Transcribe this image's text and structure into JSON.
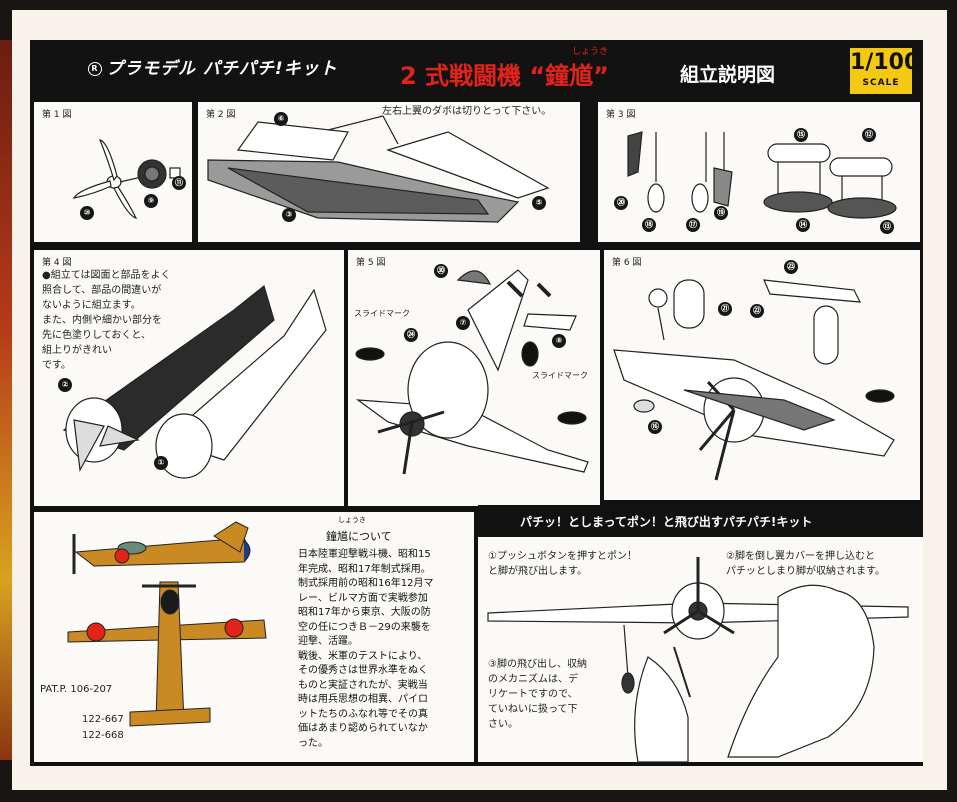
{
  "header": {
    "brand": "プラモデル パチパチ!キット",
    "title_main": "2 式戦闘機 “鐘馗”",
    "title_ruby": "しょうき",
    "title_suffix": "組立説明図",
    "scale_value": "1/100",
    "scale_label": "SCALE"
  },
  "figures": {
    "fig1": {
      "label": "第 1 図",
      "parts": [
        "⑩",
        "⑨",
        "⑪"
      ]
    },
    "fig2": {
      "label": "第 2 図",
      "note": "左右上翼のダボは切りとって下さい。",
      "parts": [
        "⑥",
        "③",
        "⑤"
      ]
    },
    "fig3": {
      "label": "第 3 図",
      "parts": [
        "⑳",
        "⑱",
        "⑰",
        "⑲",
        "⑮",
        "⑫",
        "⑭",
        "⑬"
      ]
    },
    "fig4": {
      "label": "第 4 図",
      "note_lines": [
        "●組立ては図面と部品をよく",
        "照合して、部品の間違いが",
        "ないように組立ます。",
        "また、内側や細かい部分を",
        "先に色塗りしておくと、",
        "組上りがきれい",
        "です。"
      ],
      "parts": [
        "②",
        "①"
      ]
    },
    "fig5": {
      "label": "第 5 図",
      "slide_mark_1": "スライドマーク",
      "slide_mark_2": "スライドマーク",
      "parts": [
        "㉚",
        "⑦",
        "⑧",
        "㉔"
      ]
    },
    "fig6": {
      "label": "第 6 図",
      "parts": [
        "㉓",
        "㉑",
        "㉒",
        "⑯"
      ]
    }
  },
  "about": {
    "ruby": "しょうき",
    "title": "鐘馗について",
    "body_lines": [
      "日本陸軍迎撃戦斗機、昭和15",
      "年完成、昭和17年制式採用。",
      "制式採用前の昭和16年12月マ",
      "レー、ビルマ方面で実戦参加",
      "昭和17年から東京、大阪の防",
      "空の任につきＢ－29の来襲を",
      "迎撃、活躍。",
      "戦後、米軍のテストにより、",
      "その優秀さは世界水準をぬく",
      "ものと実証されたが、実戦当",
      "時は用兵思想の相異、パイロ",
      "ットたちのふなれ等でその真",
      "価はあまり認められていなか",
      "った。"
    ],
    "patent": "PAT.P. 106-207",
    "part_no_1": "122-667",
    "part_no_2": "122-668"
  },
  "action": {
    "banner": "パチッ！としまってポン！と飛び出すパチパチ!キット",
    "step1": [
      "①プッシュボタンを押すとポン！",
      "と脚が飛び出します。"
    ],
    "step2": [
      "②脚を倒し翼カバーを押し込むと",
      "パチッとしまり脚が収納されます。"
    ],
    "step3": [
      "③脚の飛び出し、収納",
      "のメカニズムは、デ",
      "リケートですので、",
      "ていねいに扱って下",
      "さい。"
    ]
  },
  "colors": {
    "accent_red": "#e2231a",
    "scale_yellow": "#f3c914",
    "plane_ochre": "#c98a23",
    "dark": "#121212"
  }
}
